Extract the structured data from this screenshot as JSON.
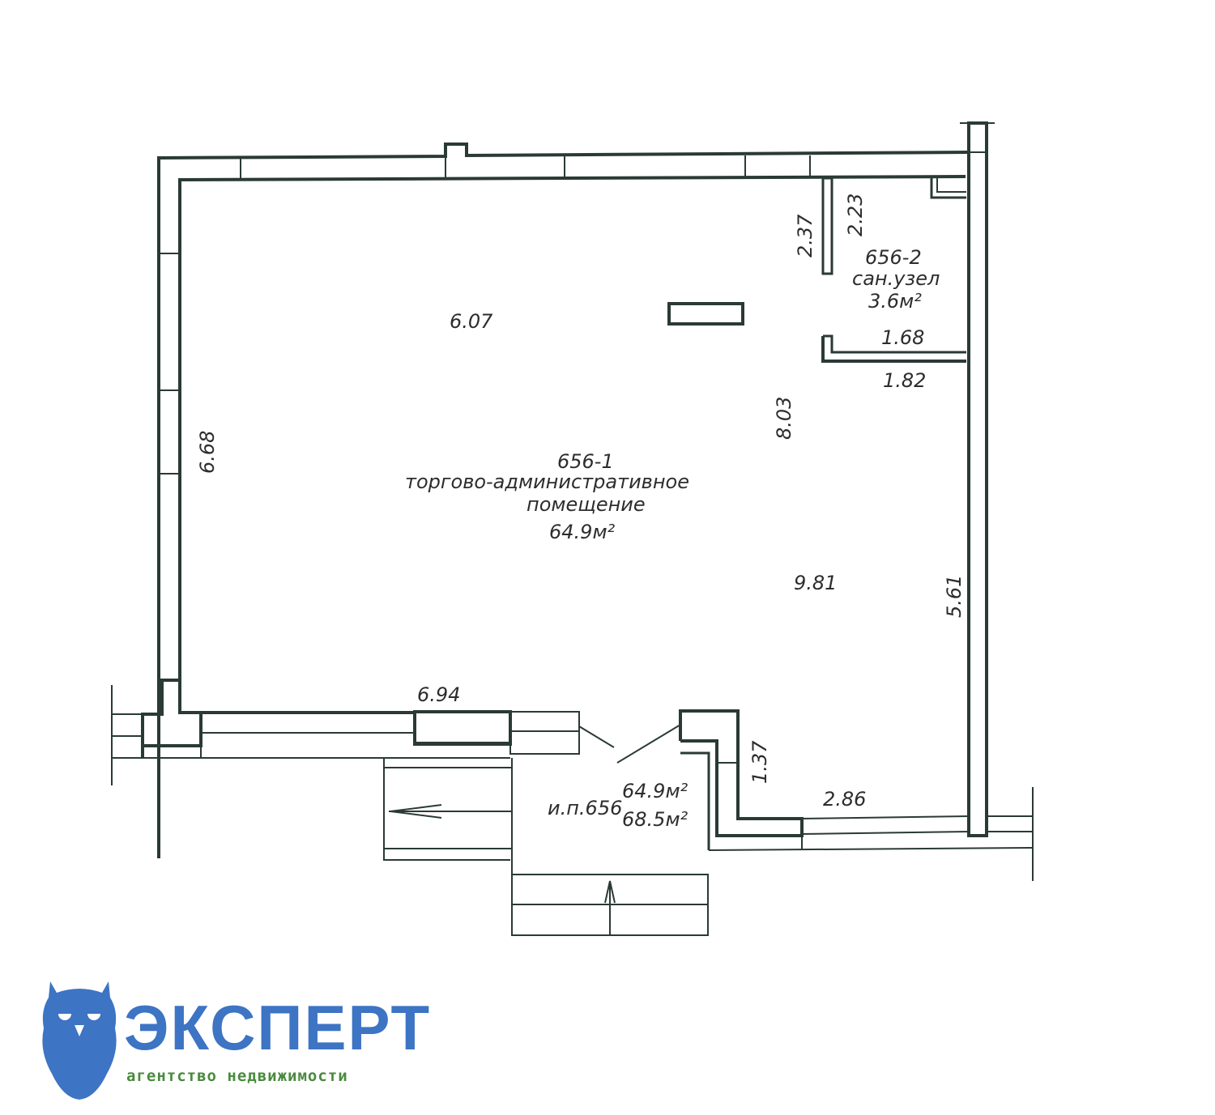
{
  "floor_plan": {
    "rooms": [
      {
        "id": "656-1",
        "name": "торгово-административное",
        "name2": "помещение",
        "area": "64.9м²"
      },
      {
        "id": "656-2",
        "name": "сан.узел",
        "area": "3.6м²"
      }
    ],
    "summary": {
      "label": "и.п.656",
      "area_main": "64.9м²",
      "area_total": "68.5м²"
    },
    "dimensions": {
      "top_width": "6.07",
      "left_height": "6.68",
      "inner_depth": "8.03",
      "inner_width": "9.81",
      "right_height": "5.61",
      "bottom_left_width": "6.94",
      "wc_partition_left": "2.37",
      "wc_partition_right": "2.23",
      "wc_width_inner": "1.68",
      "wc_width_outer": "1.82",
      "vestibule_depth": "1.37",
      "bottom_right_width": "2.86"
    },
    "colors": {
      "wall": "#2a3a36",
      "text": "#2d2d2d"
    }
  },
  "logo": {
    "title": "ЭКСПЕРТ",
    "subtitle": "агентство недвижимости",
    "icon": "owl-icon",
    "colors": {
      "primary": "#3d74c4",
      "secondary": "#4a8a3d"
    }
  }
}
